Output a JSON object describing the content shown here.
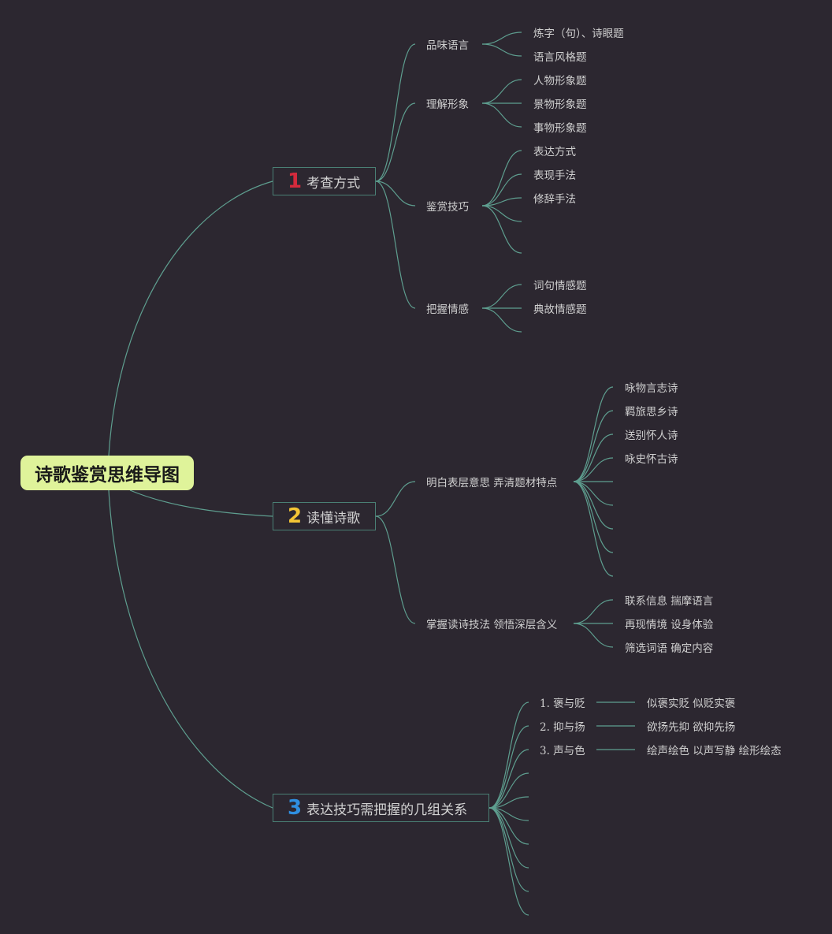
{
  "root": {
    "title": "诗歌鉴赏思维导图"
  },
  "branches": [
    {
      "num": "1",
      "num_color": "#d42a3c",
      "label": "考查方式",
      "subs": [
        {
          "label": "品味语言",
          "leaves": [
            "炼字（句）、诗眼题",
            "语言风格题"
          ]
        },
        {
          "label": "理解形象",
          "leaves": [
            "人物形象题",
            "景物形象题",
            "事物形象题"
          ]
        },
        {
          "label": "鉴赏技巧",
          "leaves": [
            "表达方式",
            "表现手法",
            "修辞手法"
          ]
        },
        {
          "label": "把握情感",
          "leaves": [
            "词句情感题",
            "典故情感题"
          ]
        }
      ]
    },
    {
      "num": "2",
      "num_color": "#f4c535",
      "label": "读懂诗歌",
      "subs": [
        {
          "label": "明白表层意思 弄清题材特点",
          "leaves": [
            "咏物言志诗",
            "羁旅思乡诗",
            "送别怀人诗",
            "咏史怀古诗"
          ]
        },
        {
          "label": "掌握读诗技法 领悟深层含义",
          "leaves": [
            "联系信息 揣摩语言",
            "再现情境 设身体验",
            "筛选词语 确定内容"
          ]
        }
      ]
    },
    {
      "num": "3",
      "num_color": "#2f8fe0",
      "label": "表达技巧需把握的几组关系",
      "subs": [
        {
          "label": "1. 褒与贬",
          "leaves": [
            "似褒实贬 似贬实褒"
          ]
        },
        {
          "label": "2. 抑与扬",
          "leaves": [
            "欲扬先抑 欲抑先扬"
          ]
        },
        {
          "label": "3. 声与色",
          "leaves": [
            "绘声绘色 以声写静 绘形绘态"
          ]
        }
      ]
    }
  ]
}
